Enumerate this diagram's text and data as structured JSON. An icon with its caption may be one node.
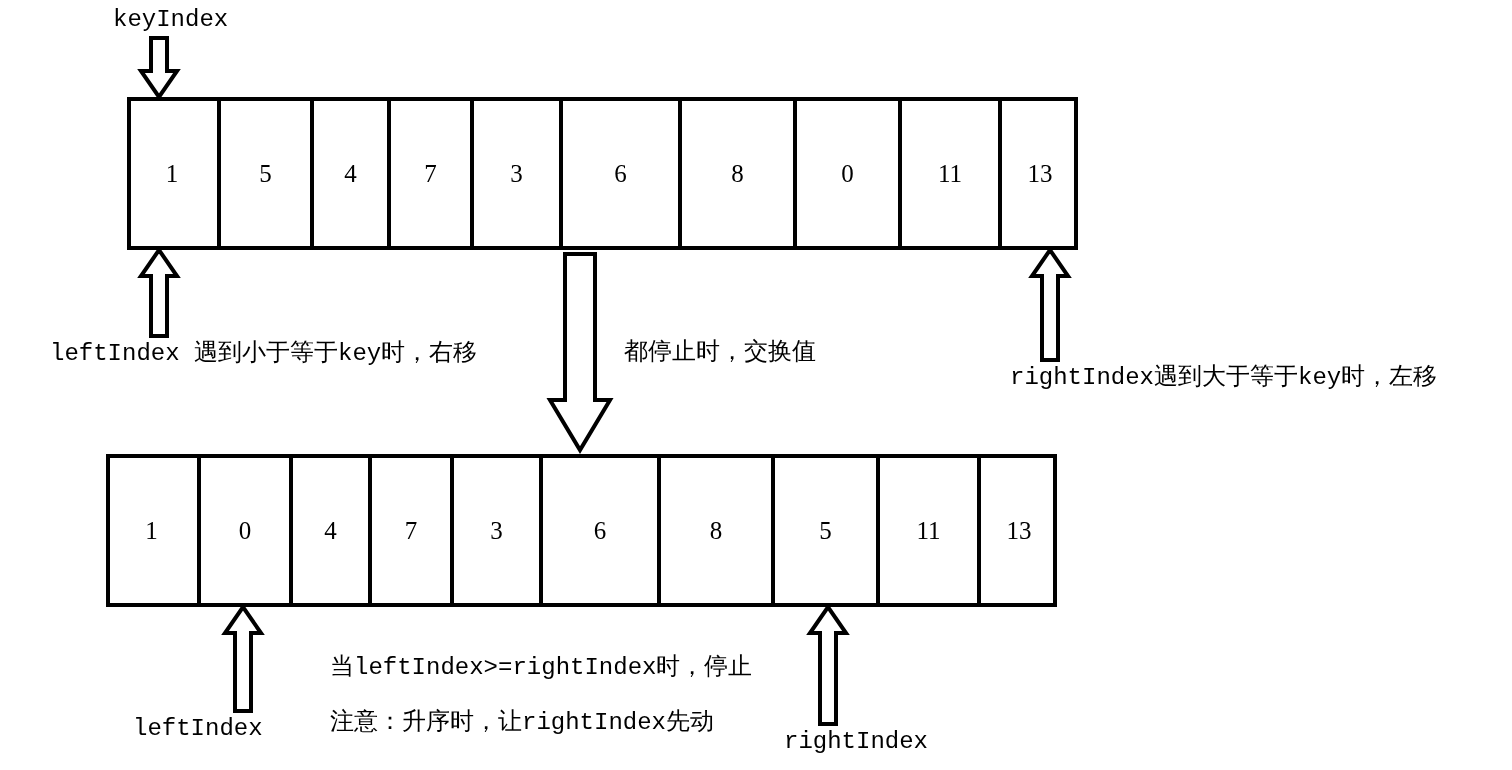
{
  "diagram": {
    "nodes": [
      {
        "text": [
          "keyIndex"
        ]
      },
      {
        "text": [],
        "shape": "box"
      },
      {
        "text": [
          "1"
        ],
        "in": 1
      },
      {
        "text": [
          "5"
        ],
        "in": 1
      },
      {
        "text": [
          "4"
        ],
        "in": 1
      },
      {
        "text": [
          "7"
        ],
        "in": 1
      },
      {
        "text": [
          "3"
        ],
        "in": 1
      },
      {
        "text": [
          "6"
        ],
        "in": 1
      },
      {
        "text": [
          "8"
        ],
        "in": 1
      },
      {
        "text": [
          "0"
        ],
        "in": 1
      },
      {
        "text": [
          "11"
        ],
        "in": 1
      },
      {
        "text": [
          "13"
        ],
        "in": 1
      },
      {
        "text": [
          "leftIndex 遇到小于等于key时，右移"
        ]
      },
      {
        "text": [
          "rightIndex遇到大于等于key时，左移"
        ]
      },
      {
        "text": [],
        "shape": "box"
      },
      {
        "text": [
          "1"
        ],
        "in": 14
      },
      {
        "text": [
          "0"
        ],
        "in": 14
      },
      {
        "text": [
          "4"
        ],
        "in": 14
      },
      {
        "text": [
          "7"
        ],
        "in": 14
      },
      {
        "text": [
          "3"
        ],
        "in": 14
      },
      {
        "text": [
          "6"
        ],
        "in": 14
      },
      {
        "text": [
          "8"
        ],
        "in": 14
      },
      {
        "text": [
          "5"
        ],
        "in": 14
      },
      {
        "text": [
          "11"
        ],
        "in": 14
      },
      {
        "text": [
          "13"
        ],
        "in": 14
      },
      {
        "text": [
          "leftIndex"
        ]
      },
      {
        "text": [
          "rightIndex"
        ]
      }
    ],
    "edges": [
      {
        "from": 0,
        "to": 2,
        "arrow": "to"
      },
      {
        "from": 12,
        "to": 2,
        "arrow": "to"
      },
      {
        "from": 13,
        "to": 11,
        "arrow": "to"
      },
      {
        "from": 1,
        "to": 14,
        "arrow": "to",
        "label": "都停止时，交换值"
      },
      {
        "from": 25,
        "to": 16,
        "arrow": "to"
      },
      {
        "from": 26,
        "to": 22,
        "arrow": "to"
      }
    ],
    "labels": [
      "当leftIndex>=rightIndex时，停止",
      "注意：升序时，让rightIndex先动"
    ]
  }
}
